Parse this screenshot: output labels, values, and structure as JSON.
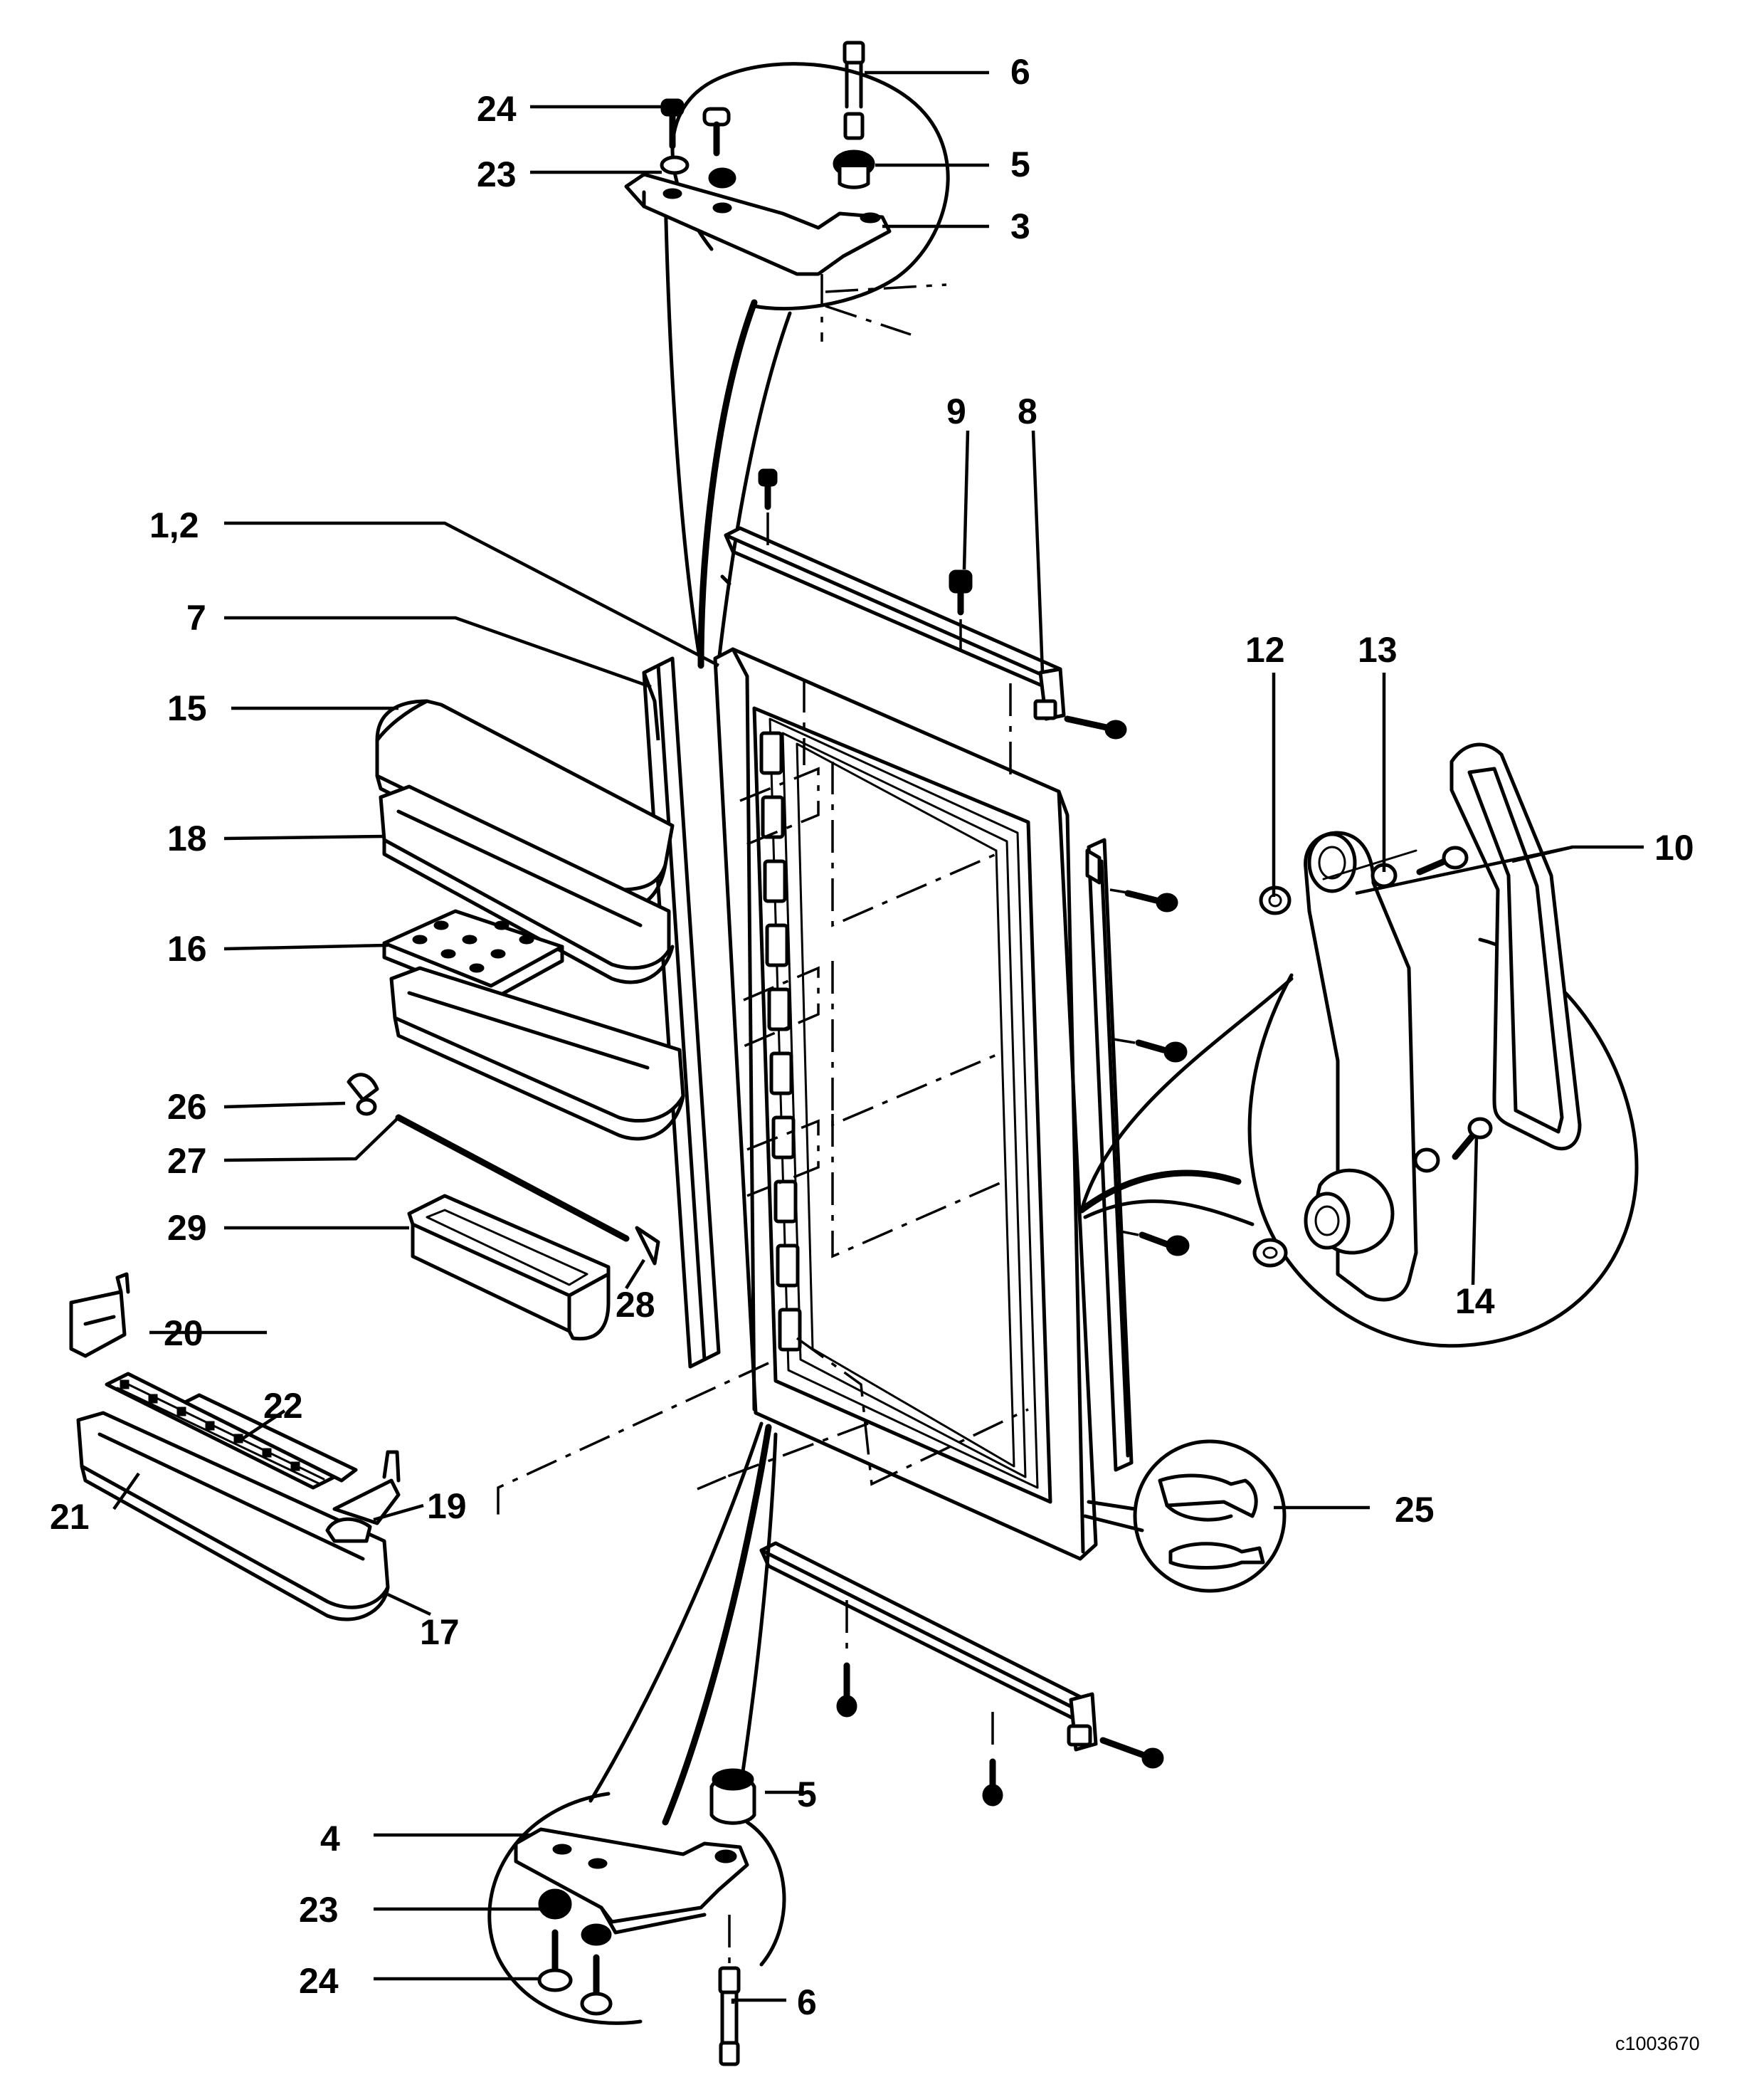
{
  "labels": {
    "l_6_top": "6",
    "l_24_top": "24",
    "l_5_top": "5",
    "l_23_top": "23",
    "l_3": "3",
    "l_9": "9",
    "l_8": "8",
    "l_1_2": "1,2",
    "l_7": "7",
    "l_12": "12",
    "l_13": "13",
    "l_15": "15",
    "l_10": "10",
    "l_18": "18",
    "l_16": "16",
    "l_26": "26",
    "l_27": "27",
    "l_29": "29",
    "l_14": "14",
    "l_20": "20",
    "l_28": "28",
    "l_22": "22",
    "l_19": "19",
    "l_25": "25",
    "l_21": "21",
    "l_17": "17",
    "l_5_bottom": "5",
    "l_4": "4",
    "l_23_bottom": "23",
    "l_24_bottom": "24",
    "l_6_bottom": "6"
  },
  "reference": "c1003670"
}
